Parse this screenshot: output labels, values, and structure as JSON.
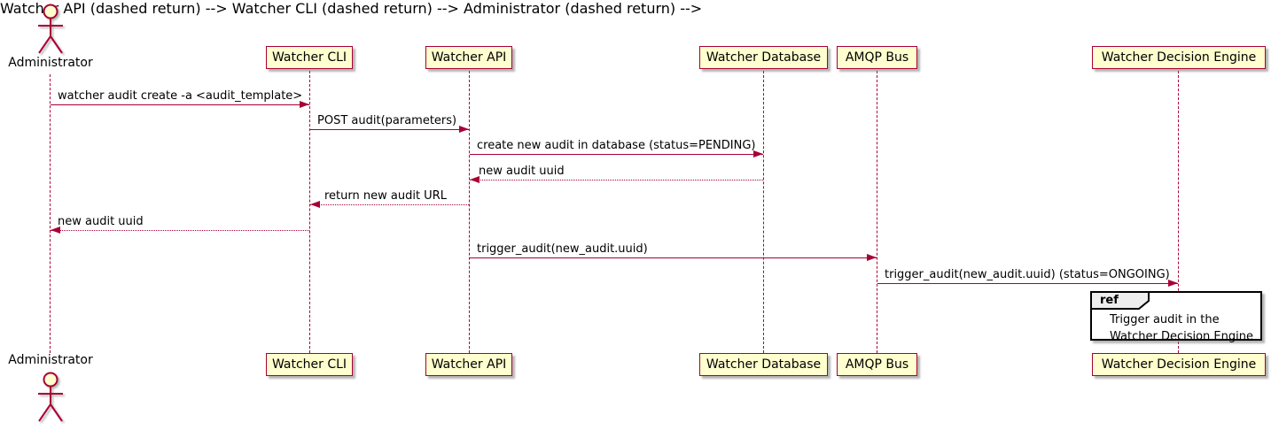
{
  "diagram_type": "uml-sequence-diagram",
  "colors": {
    "accent": "#A80036",
    "participant_fill": "#FEFECE",
    "participant_border": "#A80036",
    "lifeline": "#A80036",
    "ref_border": "#000000",
    "ref_header_fill": "#EEEEEE",
    "background": "#FFFFFF",
    "text": "#000000"
  },
  "actor": {
    "name": "Administrator"
  },
  "participants": [
    {
      "label": "Watcher CLI"
    },
    {
      "label": "Watcher API"
    },
    {
      "label": "Watcher Database"
    },
    {
      "label": "AMQP Bus"
    },
    {
      "label": "Watcher Decision Engine"
    }
  ],
  "messages": [
    {
      "label": "watcher audit create -a <audit_template>",
      "from": "Administrator",
      "to": "Watcher CLI",
      "line": "solid",
      "direction": "right"
    },
    {
      "label": "POST audit(parameters)",
      "from": "Watcher CLI",
      "to": "Watcher API",
      "line": "solid",
      "direction": "right"
    },
    {
      "label": "create new audit in database (status=PENDING)",
      "from": "Watcher API",
      "to": "Watcher Database",
      "line": "solid",
      "direction": "right"
    },
    {
      "label": "new audit uuid",
      "from": "Watcher Database",
      "to": "Watcher API",
      "line": "dashed",
      "direction": "left"
    },
    {
      "label": "return new audit URL",
      "from": "Watcher API",
      "to": "Watcher CLI",
      "line": "dashed",
      "direction": "left"
    },
    {
      "label": "new audit uuid",
      "from": "Watcher CLI",
      "to": "Administrator",
      "line": "dashed",
      "direction": "left"
    },
    {
      "label": "trigger_audit(new_audit.uuid)",
      "from": "Watcher API",
      "to": "AMQP Bus",
      "line": "solid",
      "direction": "right"
    },
    {
      "label": "trigger_audit(new_audit.uuid) (status=ONGOING)",
      "from": "AMQP Bus",
      "to": "Watcher Decision Engine",
      "line": "solid",
      "direction": "right"
    }
  ],
  "ref": {
    "keyword": "ref",
    "line1": "Trigger audit in the",
    "line2": "Watcher Decision Engine",
    "over": "Watcher Decision Engine"
  }
}
